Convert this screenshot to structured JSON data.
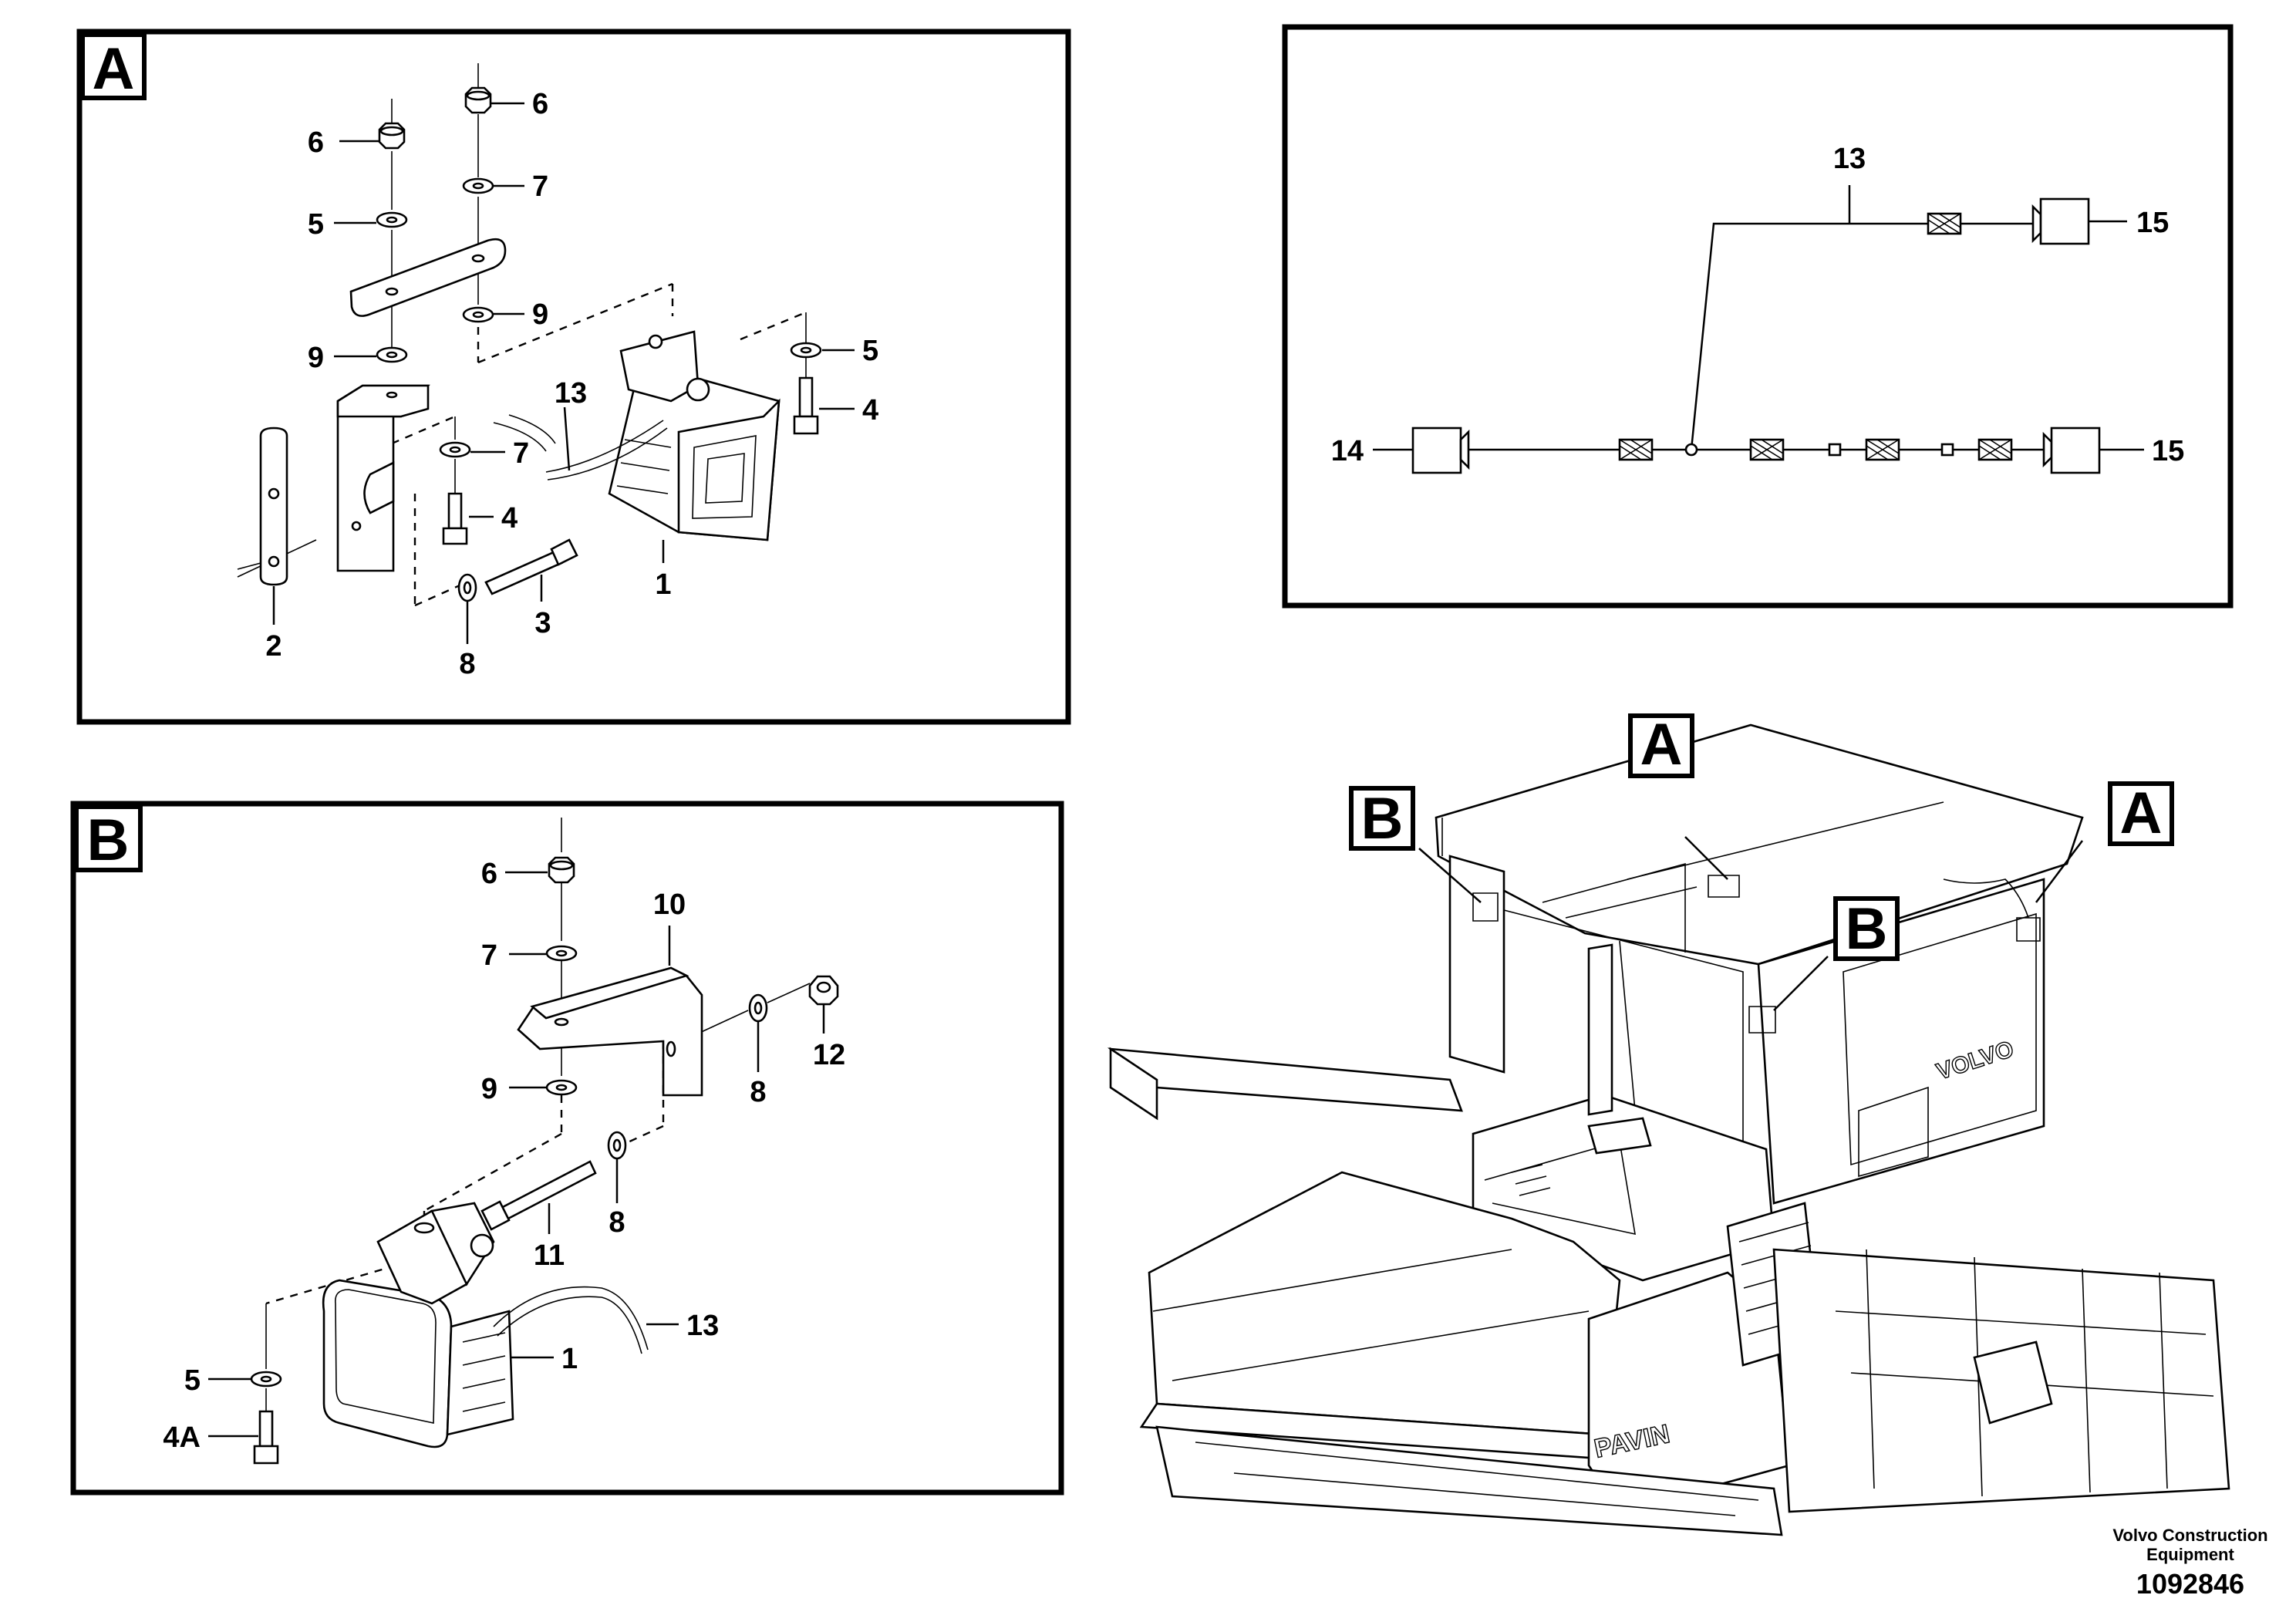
{
  "panels": {
    "a": {
      "title": "A",
      "callouts": [
        "6",
        "6",
        "5",
        "7",
        "9",
        "9",
        "5",
        "13",
        "7",
        "4",
        "4",
        "1",
        "2",
        "8",
        "3"
      ]
    },
    "b": {
      "title": "B",
      "callouts": [
        "6",
        "10",
        "7",
        "12",
        "8",
        "9",
        "8",
        "11",
        "13",
        "1",
        "5",
        "4A"
      ]
    },
    "wiring": {
      "callouts": [
        "13",
        "15",
        "14",
        "15"
      ]
    },
    "machine": {
      "callouts": [
        "A",
        "A",
        "B",
        "B"
      ],
      "brand_text": "VOLVO",
      "model_text": "PAVIN"
    }
  },
  "footer": {
    "line1": "Volvo Construction",
    "line2": "Equipment",
    "number": "1092846"
  }
}
